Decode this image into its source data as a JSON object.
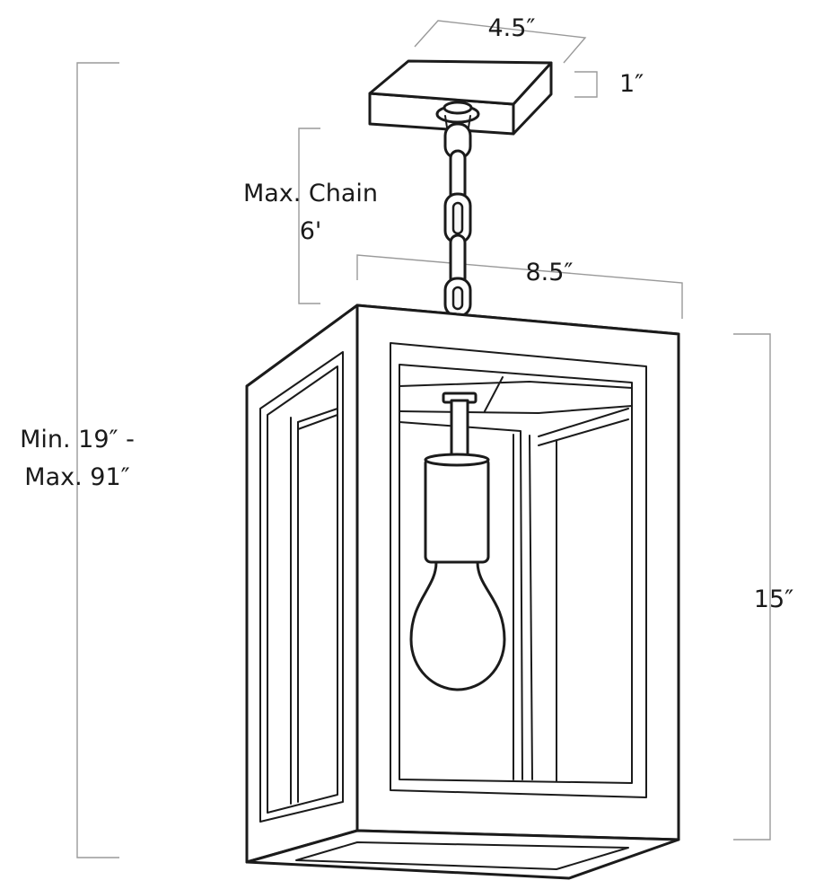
{
  "dimensions": {
    "canopy_width": "4.5″",
    "canopy_height": "1″",
    "max_chain_line1": "Max. Chain",
    "max_chain_line2": "6'",
    "fixture_width": "8.5″",
    "fixture_height": "15″",
    "overall_height_line1": "Min. 19″ -",
    "overall_height_line2": "Max. 91″"
  },
  "colors": {
    "ink": "#1b1b1b",
    "dimension_line": "#9a9a9a",
    "background": "#ffffff"
  }
}
